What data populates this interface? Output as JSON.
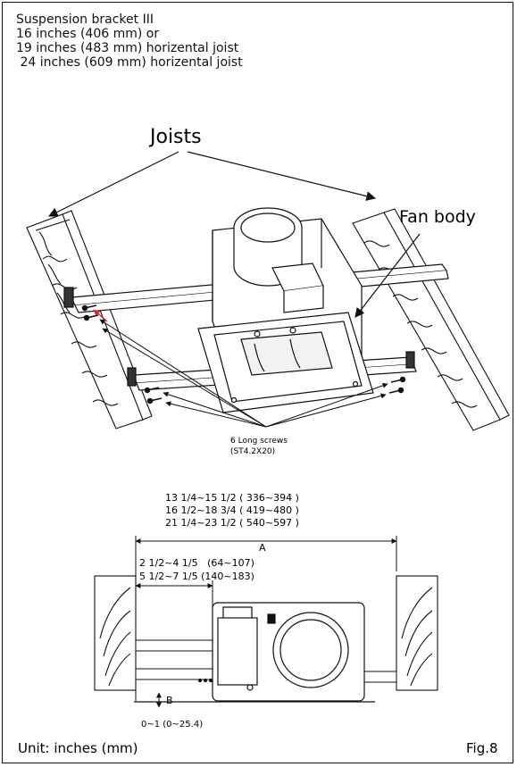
{
  "header": {
    "line1": "Suspension bracket III",
    "line2": "16 inches (406 mm) or",
    "line3": "19 inches (483 mm) horizental joist",
    "line4": " 24 inches (609 mm) horizental joist"
  },
  "labels": {
    "joists": "Joists",
    "fan_body": "Fan body",
    "screws_line1": "6 Long screws",
    "screws_line2": "(ST4.2X20)"
  },
  "dimensions": {
    "a_line1": "13 1/4~15 1/2 ( 336~394 )",
    "a_line2": "16 1/2~18 3/4 ( 419~480 )",
    "a_line3": "21 1/4~23 1/2 ( 540~597 )",
    "a_label": "A",
    "inner_line1": "2 1/2~4 1/5   (64~107)",
    "inner_line2": "5 1/2~7 1/5 (140~183)",
    "b_label": "B",
    "b_value": "0~1 (0~25.4)"
  },
  "footer": {
    "unit": "Unit: inches (mm)",
    "fig": "Fig.8"
  }
}
